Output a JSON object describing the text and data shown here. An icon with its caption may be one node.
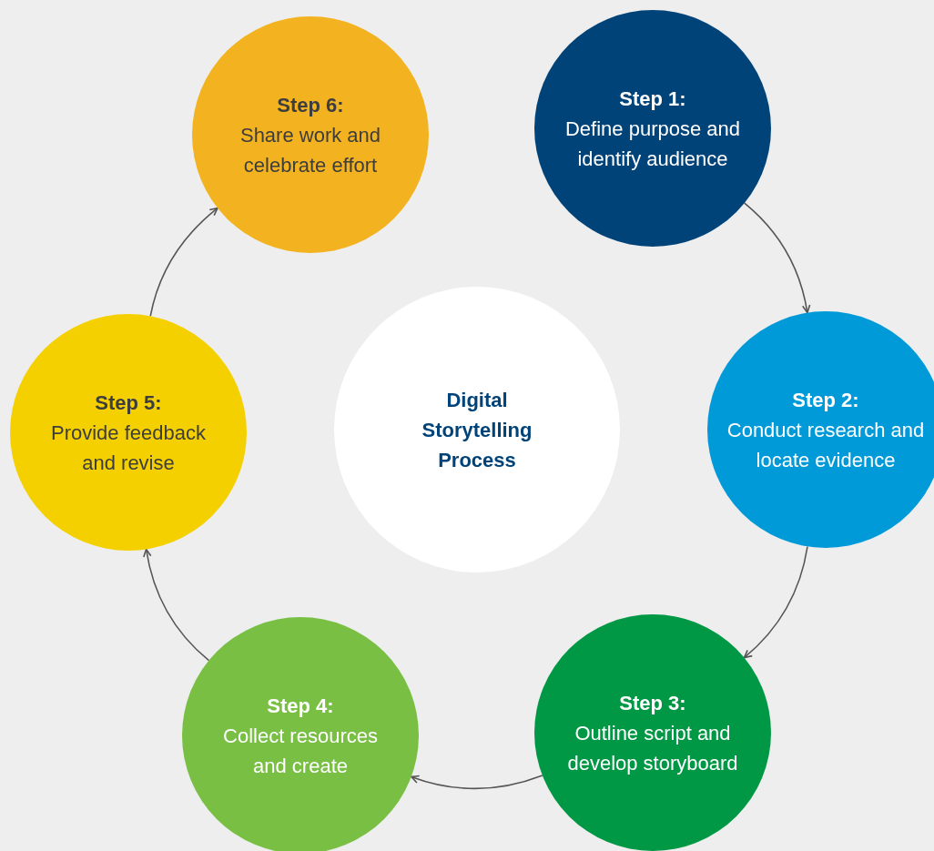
{
  "diagram": {
    "nodes": [
      {
        "text": [
          "Step 1:",
          "Define purpose and identify audience"
        ]
      },
      {
        "text": [
          "Step 2:",
          "Conduct research and locate evidence"
        ]
      },
      {
        "text": [
          "Step 3:",
          "Outline script and develop storyboard"
        ]
      },
      {
        "text": [
          "Step 4:",
          "Collect resources and create"
        ]
      },
      {
        "text": [
          "Step 5:",
          "Provide feedback and revise"
        ]
      },
      {
        "text": [
          "Step 6:",
          "Share work and celebrate effort"
        ]
      },
      {
        "text": [
          "Digital Storytelling Process"
        ]
      }
    ],
    "edges": [
      {
        "from": 0,
        "to": 1,
        "arrow": "to"
      },
      {
        "from": 1,
        "to": 2,
        "arrow": "to"
      },
      {
        "from": 2,
        "to": 3,
        "arrow": "to"
      },
      {
        "from": 3,
        "to": 4,
        "arrow": "to"
      },
      {
        "from": 4,
        "to": 5,
        "arrow": "to"
      }
    ]
  }
}
